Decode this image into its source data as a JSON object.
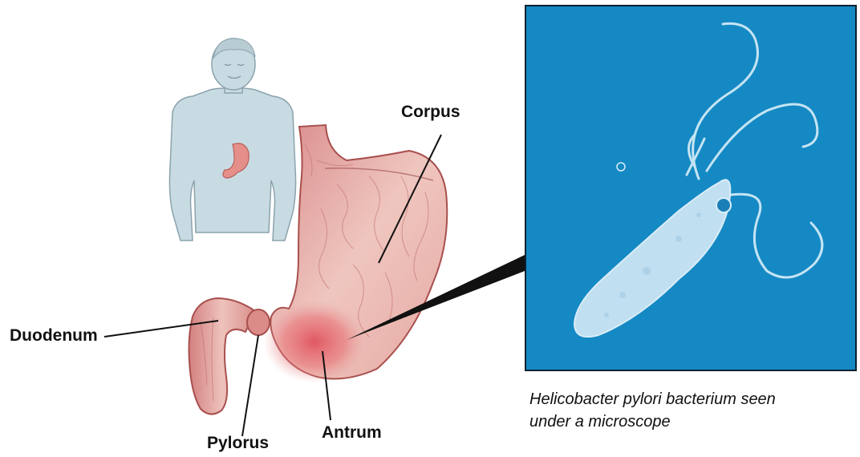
{
  "labels": {
    "corpus": "Corpus",
    "duodenum": "Duodenum",
    "pylorus": "Pylorus",
    "antrum": "Antrum"
  },
  "caption": {
    "line1": "Helicobacter pylori bacterium seen",
    "line2": "under a microscope"
  },
  "colors": {
    "panel_blue": "#1589c4",
    "body_silhouette": "#c9dbe2",
    "stomach_pink": "#e59a98",
    "antrum_red": "#e0525c",
    "bacterium": "#cfe7f5"
  }
}
